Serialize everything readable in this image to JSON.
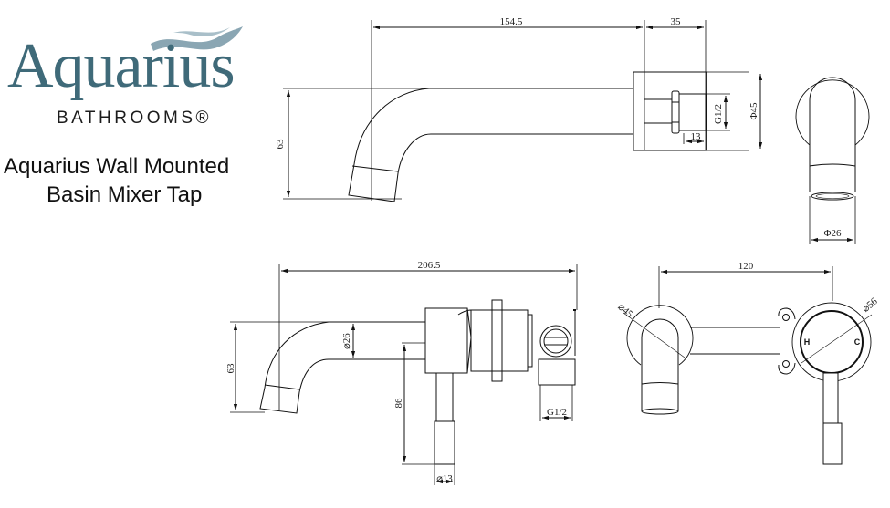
{
  "brand": {
    "logo_word": "Aquarius",
    "logo_sub": "BATHROOMS®",
    "logo_color": "#3f6a79",
    "wave_color": "#8aa6b3"
  },
  "product": {
    "title_line1": "Aquarius Wall Mounted",
    "title_line2": "Basin Mixer Tap"
  },
  "views": {
    "spout_side": {
      "spout_length": "154.5",
      "body_depth": "35",
      "height": "63",
      "thread": "G1/2",
      "thread_length": "13",
      "backplate_dia": "Φ45"
    },
    "spout_front": {
      "outlet_dia": "Φ26"
    },
    "assembly_side": {
      "overall_length": "206.5",
      "height": "63",
      "spout_dia": "⌀26",
      "handle_length": "86",
      "handle_dia": "⌀13",
      "thread": "G1/2"
    },
    "assembly_front": {
      "centres": "120",
      "spout_plate_dia": "⌀45",
      "valve_plate_dia": "⌀56",
      "hot_label": "H",
      "cold_label": "C"
    }
  }
}
